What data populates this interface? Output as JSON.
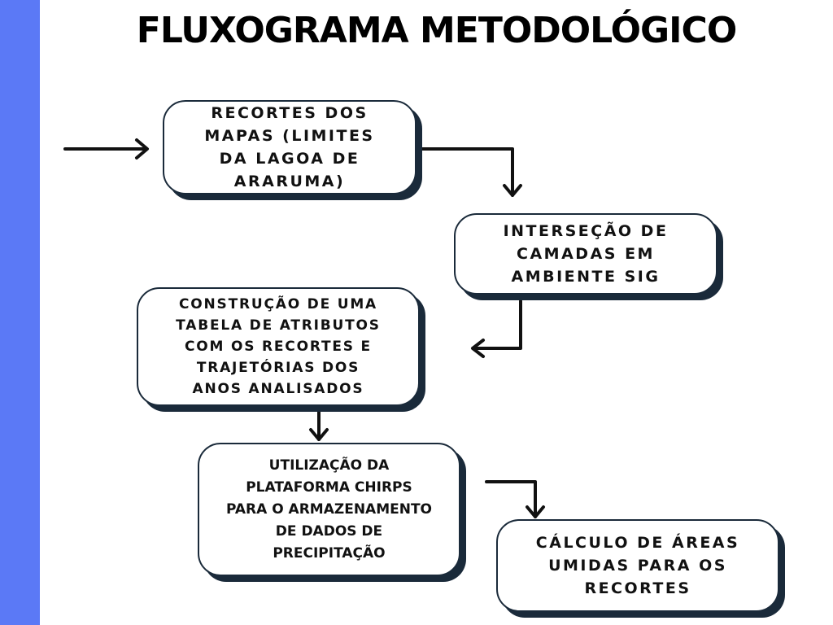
{
  "title": "FLUXOGRAMA METODOLÓGICO",
  "colors": {
    "sidebar": "#5b79f6",
    "box_border": "#1a2a3a",
    "arrow": "#111111"
  },
  "steps": [
    {
      "text": "RECORTES DOS\nMAPAS (LIMITES\nDA LAGOA DE\nARARUMA)"
    },
    {
      "text": "INTERSEÇÃO DE\nCAMADAS EM\nAMBIENTE SIG"
    },
    {
      "text": "CONSTRUÇÃO DE UMA\nTABELA DE ATRIBUTOS\nCOM OS RECORTES E\nTRAJETÓRIAS DOS\nANOS ANALISADOS"
    },
    {
      "text": "UTILIZAÇÃO DA\nPLATAFORMA CHIRPS\nPARA O ARMAZENAMENTO\nDE DADOS DE\nPRECIPITAÇÃO"
    },
    {
      "text": "CÁLCULO DE ÁREAS\nUMIDAS PARA OS\nRECORTES"
    }
  ]
}
